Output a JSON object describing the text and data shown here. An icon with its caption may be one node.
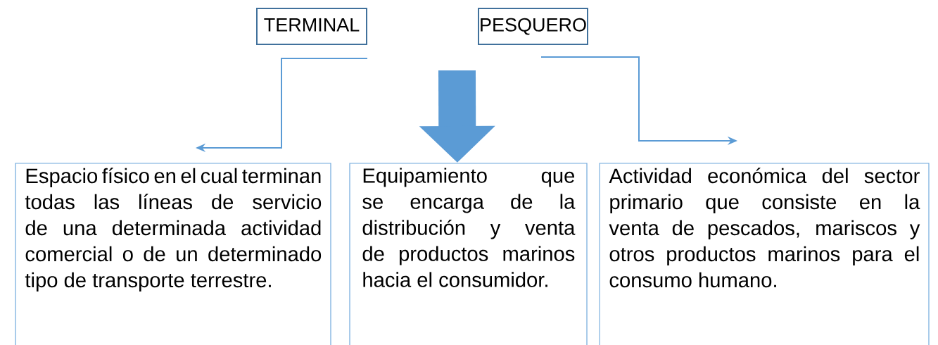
{
  "diagram": {
    "nodes": [
      {
        "text": [
          "TERMINAL"
        ]
      },
      {
        "text": [
          "PESQUERO"
        ]
      },
      {
        "text": [
          "Espacio físico en el cual terminan todas las líneas de servicio de una determinada actividad comercial o de un determinado tipo de transporte terrestre."
        ]
      },
      {
        "text": [
          "Equipamiento que se encarga de la distribución y venta de productos marinos hacia el consumidor."
        ]
      },
      {
        "text": [
          "Actividad económica del sector primario que consiste en la venta de pescados, mariscos y otros productos marinos para el consumo humano."
        ]
      }
    ],
    "edges": [
      {
        "from": 0,
        "to": 2,
        "arrow": "to"
      },
      {
        "from": 1,
        "to": 4,
        "arrow": "to"
      },
      {
        "from": null,
        "to": 3,
        "arrow": "to",
        "style": "thick"
      }
    ]
  }
}
